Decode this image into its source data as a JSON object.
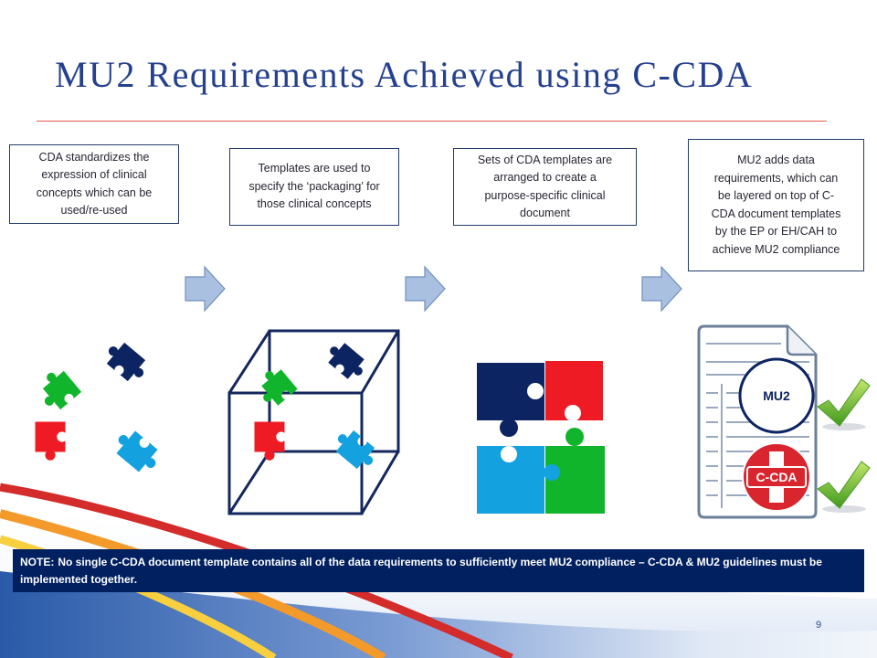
{
  "slide": {
    "title": "MU2 Requirements Achieved using C-CDA",
    "page_number": "9"
  },
  "steps": [
    {
      "text": "CDA standardizes the expression of clinical concepts which can be used/re-used"
    },
    {
      "text": "Templates are used to specify the ‘packaging’ for those clinical concepts"
    },
    {
      "text": "Sets of CDA templates are arranged to create a purpose-specific clinical document"
    },
    {
      "text": "MU2 adds data requirements, which can be layered on top of C-CDA document templates by the EP or EH/CAH to achieve MU2 compliance"
    }
  ],
  "document_icon": {
    "mu2_badge": "MU2",
    "ccda_badge": "C-CDA"
  },
  "note": {
    "label": "NOTE:",
    "text": "No single C-CDA document template contains all of the data requirements to sufficiently meet MU2 compliance – C-CDA & MU2 guidelines must be implemented together."
  },
  "colors": {
    "navy": "#0d2462",
    "red": "#ee1b24",
    "green": "#11b52c",
    "light_blue": "#14a1df",
    "title_blue": "#24408e",
    "note_bg": "#002060",
    "rule_red": "#e35a4c",
    "arrow_fill": "#a9c0e0",
    "badge_red": "#d9252d",
    "white": "#ffffff"
  },
  "icons": {
    "flow_arrow": "arrow-right-icon",
    "document": "document-icon",
    "check": "check-icon",
    "medical_cross": "medical-cross-icon",
    "puzzle_piece": "puzzle-piece-icon",
    "cube": "wireframe-cube-icon"
  }
}
